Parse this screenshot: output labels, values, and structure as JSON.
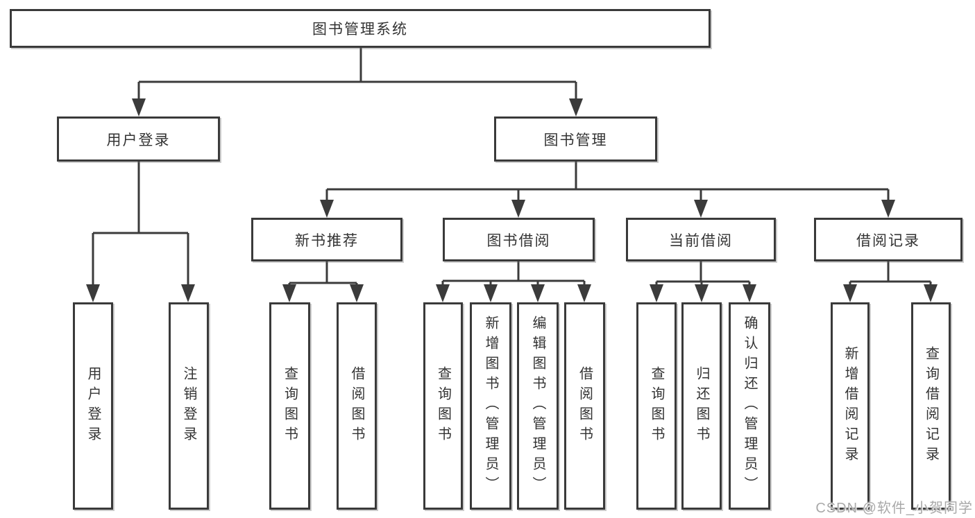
{
  "diagram_title": "图书管理系统",
  "tree": {
    "label": "图书管理系统",
    "children": [
      {
        "label": "用户登录",
        "children": [
          {
            "label": "用户登录"
          },
          {
            "label": "注销登录"
          }
        ]
      },
      {
        "label": "图书管理",
        "children": [
          {
            "label": "新书推荐",
            "children": [
              {
                "label": "查询图书"
              },
              {
                "label": "借阅图书"
              }
            ]
          },
          {
            "label": "图书借阅",
            "children": [
              {
                "label": "查询图书"
              },
              {
                "label": "新增图书（管理员）"
              },
              {
                "label": "编辑图书（管理员）"
              },
              {
                "label": "借阅图书"
              }
            ]
          },
          {
            "label": "当前借阅",
            "children": [
              {
                "label": "查询图书"
              },
              {
                "label": "归还图书"
              },
              {
                "label": "确认归还（管理员）"
              }
            ]
          },
          {
            "label": "借阅记录",
            "children": [
              {
                "label": "新增借阅记录"
              },
              {
                "label": "查询借阅记录"
              }
            ]
          }
        ]
      }
    ]
  },
  "watermark": "CSDN @软件_小贺同学",
  "colors": {
    "line": "#3b3b3b",
    "box_border": "#3a3a3a",
    "box_background": "#ffffff",
    "text": "#333333",
    "watermark": "#a9a9a9"
  }
}
